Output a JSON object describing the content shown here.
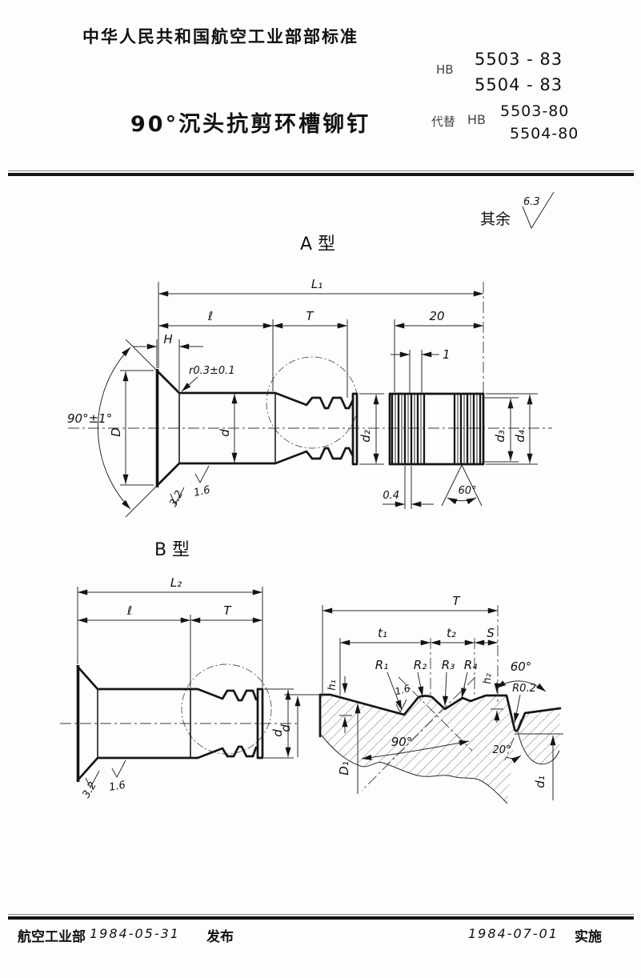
{
  "header": {
    "standard_title": "中华人民共和国航空工业部部标准",
    "code_prefix": "HB",
    "codes": [
      "5503 - 83",
      "5504 - 83"
    ],
    "replaces_label": "代替",
    "replaces_prefix": "HB",
    "replaces_codes": [
      "5503-80",
      "5504-80"
    ],
    "doc_title": "90°沉头抗剪环槽铆钉"
  },
  "surface_note": {
    "label": "其余",
    "value": "6.3"
  },
  "type_a": {
    "label": "A 型",
    "dims": {
      "L1": "L₁",
      "l": "ℓ",
      "T": "T",
      "len20": "20",
      "H": "H",
      "r": "r0.3±0.1",
      "angle": "90°±1°",
      "D": "D",
      "d": "d",
      "d2": "d₂",
      "d3": "d₃",
      "d4": "d₄",
      "pitch": "1",
      "groove_w": "0.4",
      "groove_angle": "60°",
      "ra_head": "3.2",
      "ra_shank": "1.6"
    }
  },
  "type_b": {
    "label": "B 型",
    "dims": {
      "L2": "L₂",
      "l": "ℓ",
      "T": "T",
      "d": "d",
      "ra_head": "3.2",
      "ra_shank": "1.6"
    }
  },
  "detail": {
    "dims": {
      "T": "T",
      "t1": "t₁",
      "t2": "t₂",
      "S": "S",
      "R1": "R₁",
      "R2": "R₂",
      "R3": "R₃",
      "R4": "R₄",
      "h1": "h₁",
      "h2": "h₂",
      "ra": "1.6",
      "angle60": "60°",
      "r02": "R0.2",
      "angle90": "90°",
      "angle20": "20°",
      "D1": "D₁",
      "d1": "d₁",
      "d": "d"
    }
  },
  "footer": {
    "issuer": "航空工业部",
    "issue_date": "1984-05-31",
    "issue_label": "发布",
    "impl_date": "1984-07-01",
    "impl_label": "实施"
  },
  "colors": {
    "ink": "#141414",
    "paper": "#fdfdfc"
  }
}
